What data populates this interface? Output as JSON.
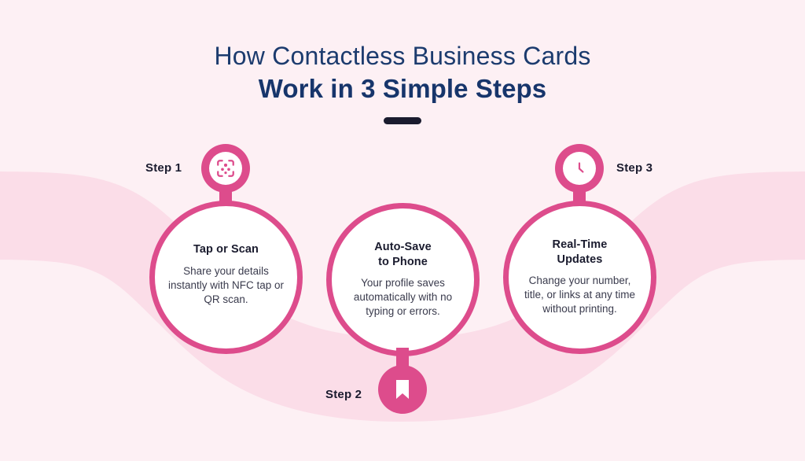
{
  "heading": {
    "line1": "How Contactless Business Cards",
    "line2": "Work in 3 Simple Steps"
  },
  "colors": {
    "background": "#FDF0F4",
    "wave": "#FBDDE8",
    "accent_pink": "#DD4C8C",
    "title_light": "#1C3B6E",
    "title_bold": "#17356B",
    "body_text": "#3A3B4D",
    "label_text": "#1A1B2E",
    "circle_fill": "#FFFFFF"
  },
  "steps": [
    {
      "label": "Step 1",
      "icon": "scan-qr-icon",
      "title": "Tap or Scan",
      "description": "Share your details instantly with NFC tap or QR scan."
    },
    {
      "label": "Step 2",
      "icon": "bookmark-icon",
      "title": "Auto-Save\nto Phone",
      "title_line1": "Auto-Save",
      "title_line2": "to Phone",
      "description": "Your profile saves automatically with no typing or errors."
    },
    {
      "label": "Step 3",
      "icon": "clock-icon",
      "title": "Real-Time\nUpdates",
      "title_line1": "Real-Time",
      "title_line2": "Updates",
      "description": "Change your number, title, or links at any time without printing."
    }
  ]
}
